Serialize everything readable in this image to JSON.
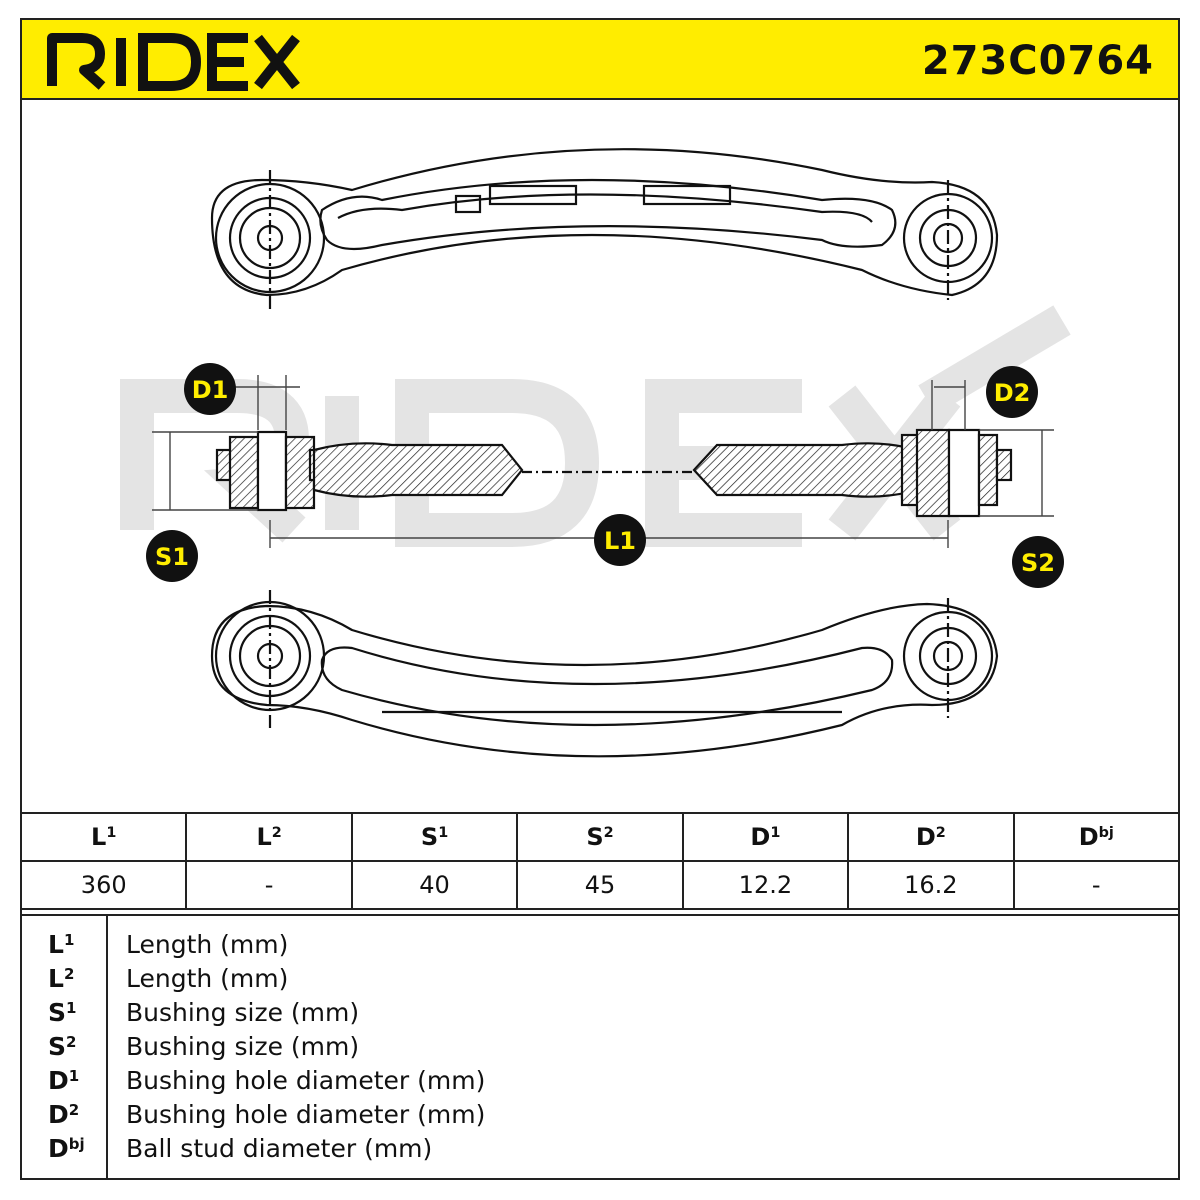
{
  "header": {
    "brand": "RIDEX",
    "part_number": "273C0764",
    "background_color": "#ffed00"
  },
  "diagram": {
    "watermark": "RIDEX",
    "labels": {
      "d1": "D1",
      "d2": "D2",
      "s1": "S1",
      "s2": "S2",
      "l1": "L1"
    }
  },
  "table": {
    "headers": [
      {
        "base": "L",
        "sup": "1"
      },
      {
        "base": "L",
        "sup": "2"
      },
      {
        "base": "S",
        "sup": "1"
      },
      {
        "base": "S",
        "sup": "2"
      },
      {
        "base": "D",
        "sup": "1"
      },
      {
        "base": "D",
        "sup": "2"
      },
      {
        "base": "D",
        "sup": "bj"
      }
    ],
    "values": [
      "360",
      "-",
      "40",
      "45",
      "12.2",
      "16.2",
      "-"
    ]
  },
  "legend": [
    {
      "base": "L",
      "sup": "1",
      "description": "Length (mm)"
    },
    {
      "base": "L",
      "sup": "2",
      "description": "Length (mm)"
    },
    {
      "base": "S",
      "sup": "1",
      "description": "Bushing size (mm)"
    },
    {
      "base": "S",
      "sup": "2",
      "description": "Bushing size (mm)"
    },
    {
      "base": "D",
      "sup": "1",
      "description": "Bushing hole diameter (mm)"
    },
    {
      "base": "D",
      "sup": "2",
      "description": "Bushing hole diameter (mm)"
    },
    {
      "base": "D",
      "sup": "bj",
      "description": "Ball stud diameter (mm)"
    }
  ]
}
